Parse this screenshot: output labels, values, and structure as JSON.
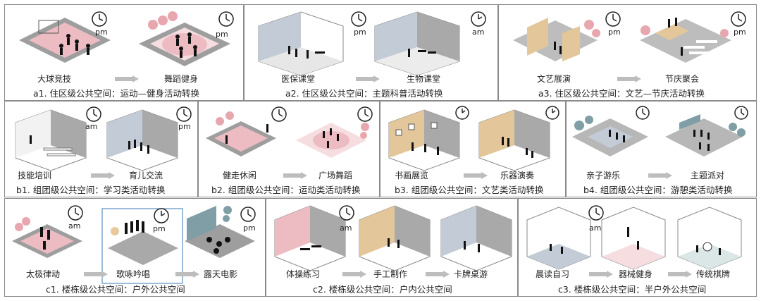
{
  "panels": {
    "a1": {
      "caption": "a1. 住区级公共空间：运动—健身活动转换",
      "left": "大球竞技",
      "right": "舞蹈健身",
      "t1": "pm",
      "t2": "pm"
    },
    "a2": {
      "caption": "a2. 住区级公共空间：主题科普活动转换",
      "left": "医保课堂",
      "right": "生物课堂",
      "t1": "pm",
      "t2": "am"
    },
    "a3": {
      "caption": "a3. 住区级公共空间：文艺—节庆活动转换",
      "left": "文艺展演",
      "right": "节庆聚会",
      "t1": "pm",
      "t2": "pm"
    },
    "b1": {
      "caption": "b1. 组团级公共空间：学习类活动转换",
      "left": "技能培训",
      "right": "育儿交流",
      "t1": "am",
      "t2": "pm"
    },
    "b2": {
      "caption": "b2. 组团级公共空间：运动类活动转换",
      "left": "健走休闲",
      "right": "广场舞蹈"
    },
    "b3": {
      "caption": "b3. 组团级公共空间：文艺类活动转换",
      "left": "书画展览",
      "right": "乐器演奏"
    },
    "b4": {
      "caption": "b4. 组团级公共空间：游憩类活动转换",
      "left": "亲子游乐",
      "right": "主题派对"
    },
    "c1": {
      "caption": "c1. 楼栋级公共空间：户外公共空间",
      "l1": "太极律动",
      "l2": "歌咏吟唱",
      "l3": "露天电影",
      "t1": "am",
      "t2": "pm",
      "t3": "pm"
    },
    "c2": {
      "caption": "c2. 楼栋级公共空间：户内公共空间",
      "l1": "体操练习",
      "l2": "手工制作",
      "l3": "卡牌桌游",
      "t1": "am"
    },
    "c3": {
      "caption": "c3. 楼栋级公共空间：半户外公共空间",
      "l1": "晨读自习",
      "l2": "器械健身",
      "l3": "传统棋牌",
      "t1": "am"
    }
  },
  "colors": {
    "pink": "#ecbcc2",
    "pinkLight": "#f6dde0",
    "grey": "#a9a9a9",
    "blueGrey": "#c3ccd6",
    "sand": "#e3c79a",
    "teal": "#7f9ea6",
    "tree": "#e8a7ae"
  }
}
